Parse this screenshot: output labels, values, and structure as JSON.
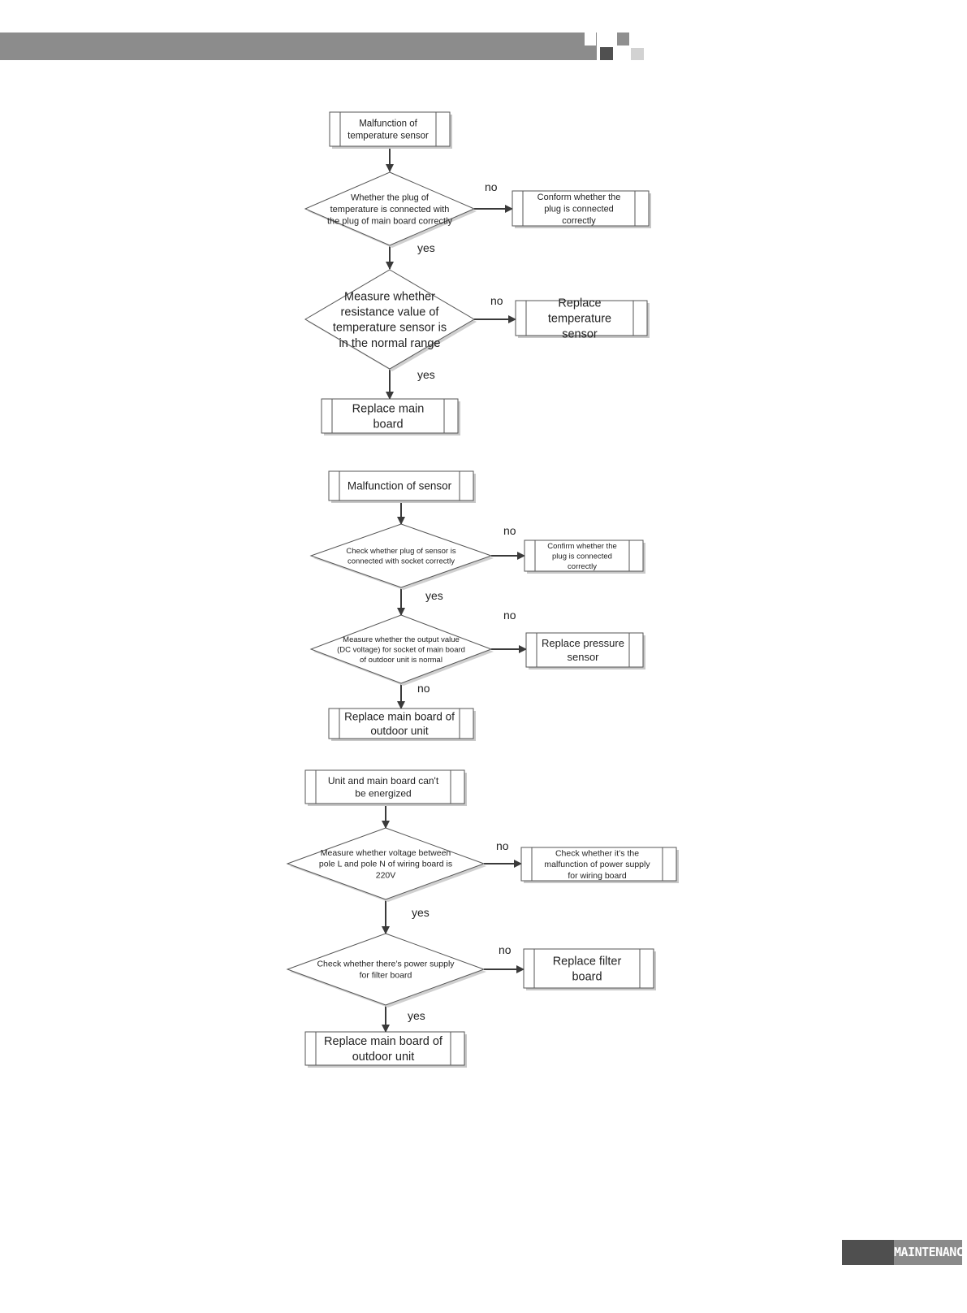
{
  "page": {
    "footer_label": "MAINTENANCE"
  },
  "flowcharts": [
    {
      "id": "temperature-sensor",
      "nodes": [
        {
          "id": "t1",
          "type": "process",
          "text": "Malfunction of\ntemperature sensor"
        },
        {
          "id": "t2",
          "type": "decision",
          "text": "Whether the plug of\ntemperature is connected with\nthe plug of main board correctly"
        },
        {
          "id": "t3",
          "type": "process",
          "text": "Conform whether the\nplug is connected\ncorrectly"
        },
        {
          "id": "t4",
          "type": "decision",
          "text": "Measure whether\nresistance value of\ntemperature sensor is\nin the normal range"
        },
        {
          "id": "t5",
          "type": "process",
          "text": "Replace\ntemperature\nsensor"
        },
        {
          "id": "t6",
          "type": "process",
          "text": "Replace main\nboard"
        }
      ],
      "edges": [
        {
          "from": "t1",
          "to": "t2",
          "label": ""
        },
        {
          "from": "t2",
          "to": "t3",
          "label": "no"
        },
        {
          "from": "t2",
          "to": "t4",
          "label": "yes"
        },
        {
          "from": "t4",
          "to": "t5",
          "label": "no"
        },
        {
          "from": "t4",
          "to": "t6",
          "label": "yes"
        }
      ]
    },
    {
      "id": "sensor",
      "nodes": [
        {
          "id": "s1",
          "type": "process",
          "text": "Malfunction of sensor"
        },
        {
          "id": "s2",
          "type": "decision",
          "text": "Check whether plug of sensor is\nconnected with socket correctly"
        },
        {
          "id": "s3",
          "type": "process",
          "text": "Confirm whether the\nplug is connected\ncorrectly"
        },
        {
          "id": "s4",
          "type": "decision",
          "text": "Measure whether the output value\n(DC voltage) for socket of main board\nof outdoor unit is normal"
        },
        {
          "id": "s5",
          "type": "process",
          "text": "Replace pressure\nsensor"
        },
        {
          "id": "s6",
          "type": "process",
          "text": "Replace main board of\noutdoor unit"
        }
      ],
      "edges": [
        {
          "from": "s1",
          "to": "s2",
          "label": ""
        },
        {
          "from": "s2",
          "to": "s3",
          "label": "no"
        },
        {
          "from": "s2",
          "to": "s4",
          "label": "yes"
        },
        {
          "from": "s4",
          "to": "s5",
          "label": "no"
        },
        {
          "from": "s4",
          "to": "s6",
          "label": "no"
        }
      ]
    },
    {
      "id": "power",
      "nodes": [
        {
          "id": "p1",
          "type": "process",
          "text": "Unit and main board can't\nbe energized"
        },
        {
          "id": "p2",
          "type": "decision",
          "text": "Measure whether voltage between\npole L and pole N  of wiring board is\n220V"
        },
        {
          "id": "p3",
          "type": "process",
          "text": "Check whether it’s the\nmalfunction of power supply\nfor wiring board"
        },
        {
          "id": "p4",
          "type": "decision",
          "text": "Check whether there’s power supply\nfor  filter board"
        },
        {
          "id": "p5",
          "type": "process",
          "text": "Replace filter\nboard"
        },
        {
          "id": "p6",
          "type": "process",
          "text": "Replace main board of\noutdoor unit"
        }
      ],
      "edges": [
        {
          "from": "p1",
          "to": "p2",
          "label": ""
        },
        {
          "from": "p2",
          "to": "p3",
          "label": "no"
        },
        {
          "from": "p2",
          "to": "p4",
          "label": "yes"
        },
        {
          "from": "p4",
          "to": "p5",
          "label": "no"
        },
        {
          "from": "p4",
          "to": "p6",
          "label": "yes"
        }
      ]
    }
  ]
}
